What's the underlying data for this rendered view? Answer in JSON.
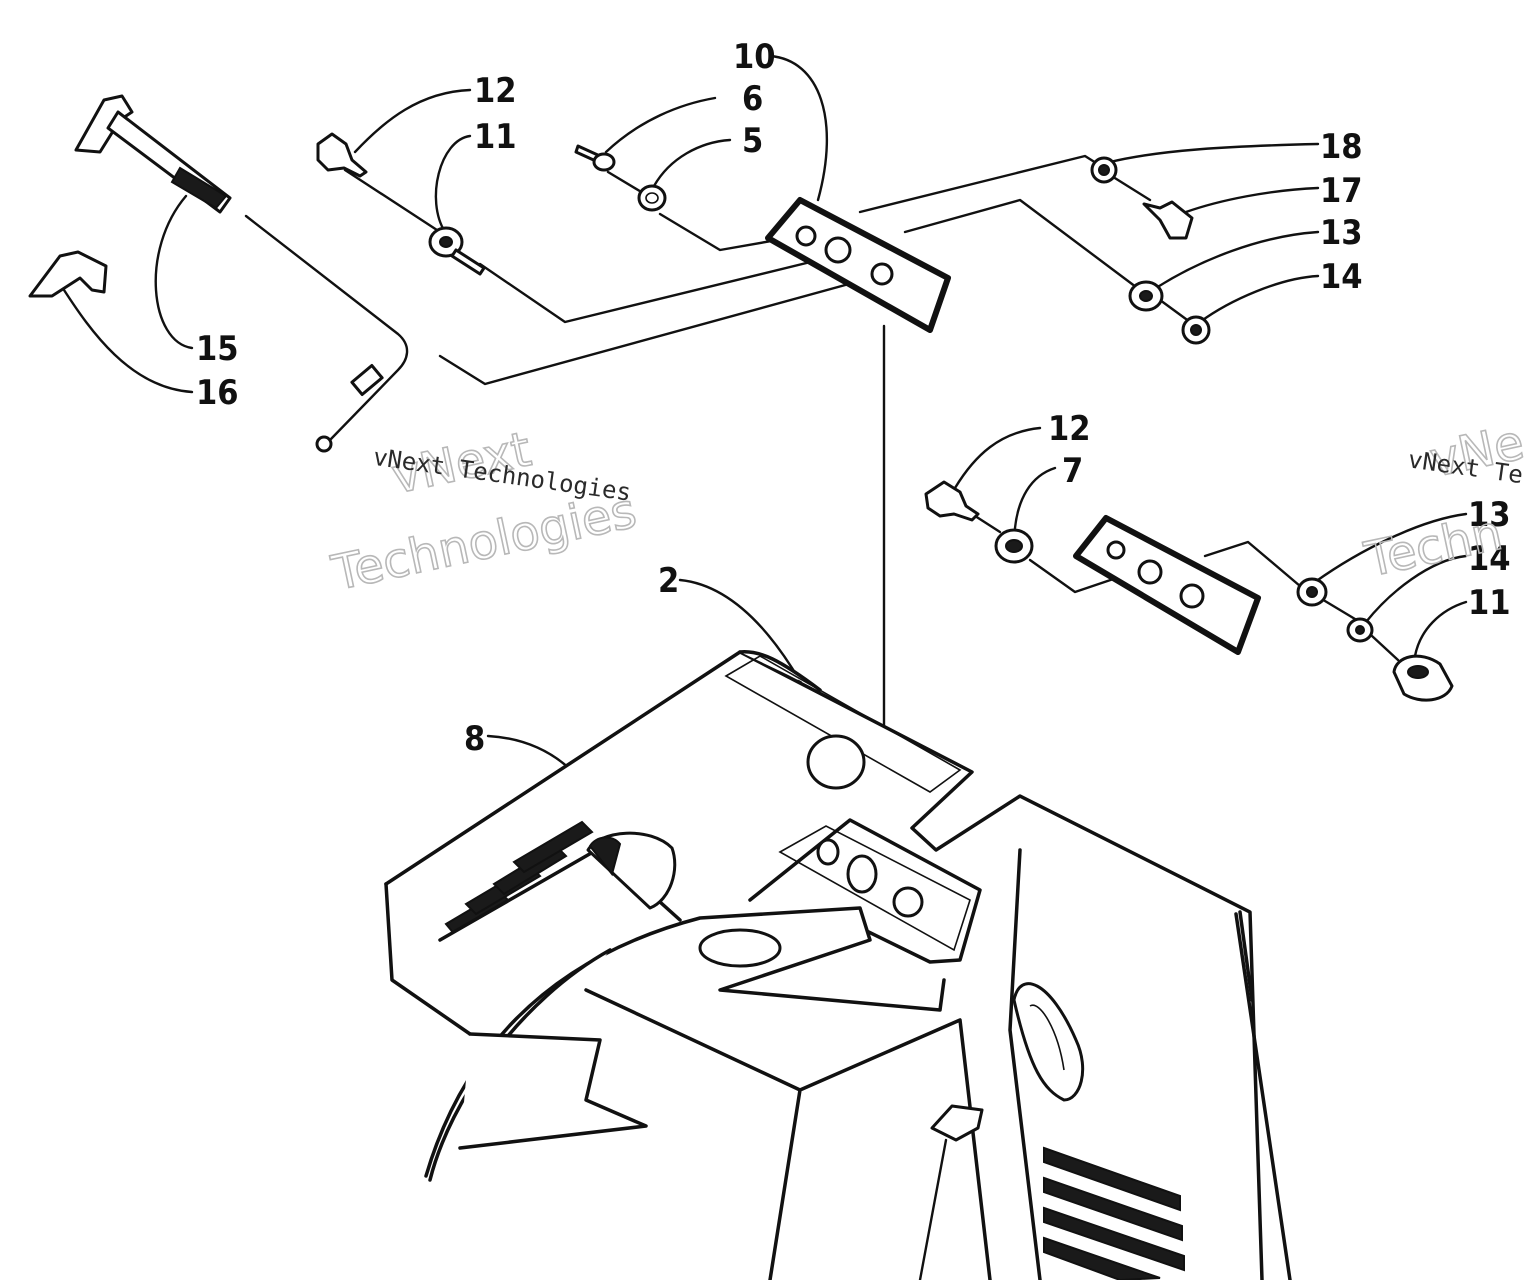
{
  "callouts": {
    "c10": "10",
    "c12a": "12",
    "c6": "6",
    "c11a": "11",
    "c5": "5",
    "c18": "18",
    "c17": "17",
    "c13a": "13",
    "c14a": "14",
    "c15": "15",
    "c16": "16",
    "c12b": "12",
    "c7": "7",
    "c13b": "13",
    "c14b": "14",
    "c11b": "11",
    "c2": "2",
    "c8": "8"
  },
  "watermarks": {
    "small_1": "vNext Technologies",
    "big_1_line1": "vNext",
    "big_1_line2": "Technologies",
    "small_2": "vNext Te",
    "big_2_line1": "vNe",
    "big_2_line2": "Techn"
  }
}
